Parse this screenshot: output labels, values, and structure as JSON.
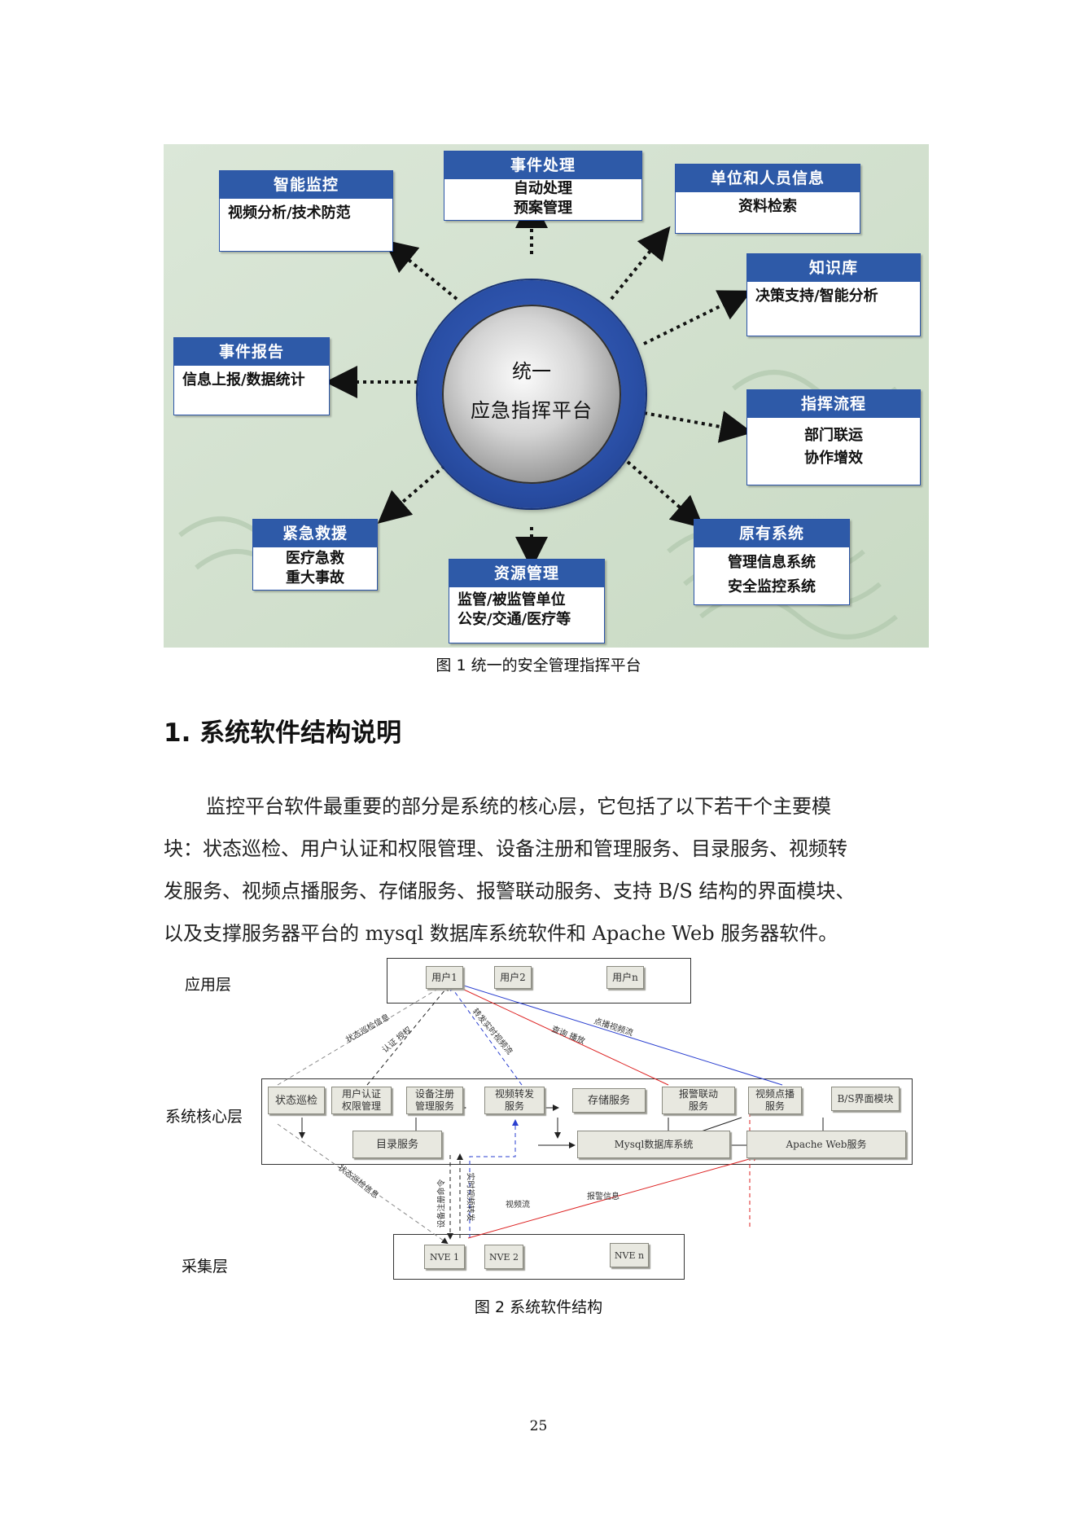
{
  "figure1": {
    "hub": {
      "line1": "统一",
      "line2": "应急指挥平台"
    },
    "modules": {
      "smart_monitor": {
        "title": "智能监控",
        "lines": [
          "视频分析/技术防范"
        ]
      },
      "event_handling": {
        "title": "事件处理",
        "lines": [
          "自动处理",
          "预案管理"
        ]
      },
      "unit_personnel": {
        "title": "单位和人员信息",
        "lines": [
          "资料检索"
        ]
      },
      "knowledge_base": {
        "title": "知识库",
        "lines": [
          "决策支持/智能分析"
        ]
      },
      "event_report": {
        "title": "事件报告",
        "lines": [
          "信息上报/数据统计"
        ]
      },
      "command_flow": {
        "title": "指挥流程",
        "lines": [
          "部门联运",
          "协作增效"
        ]
      },
      "emergency_rescue": {
        "title": "紧急救援",
        "lines": [
          "医疗急救",
          "重大事故"
        ]
      },
      "resource_mgmt": {
        "title": "资源管理",
        "lines": [
          "监管/被监管单位",
          "公安/交通/医疗等"
        ]
      },
      "legacy_system": {
        "title": "原有系统",
        "lines": [
          "管理信息系统",
          "安全监控系统"
        ]
      }
    },
    "caption": "图 1 统一的安全管理指挥平台"
  },
  "section": {
    "heading": "1. 系统软件结构说明",
    "paragraph_lines": [
      "监控平台软件最重要的部分是系统的核心层，它包括了以下若干个主要模",
      "块：状态巡检、用户认证和权限管理、设备注册和管理服务、目录服务、视频转",
      "发服务、视频点播服务、存储服务、报警联动服务、支持 B/S 结构的界面模块、",
      "以及支撑服务器平台的 mysql 数据库系统软件和 Apache Web 服务器软件。"
    ]
  },
  "figure2": {
    "layers": {
      "app": "应用层",
      "core": "系统核心层",
      "collect": "采集层"
    },
    "users": [
      "用户1",
      "用户2",
      "用户n"
    ],
    "core_top": [
      "状态巡检",
      "用户认证\n权限管理",
      "设备注册\n管理服务",
      "视频转发\n服务",
      "存储服务",
      "报警联动\n服务",
      "视频点播\n服务",
      "B/S界面模块"
    ],
    "core_bottom": [
      "目录服务",
      "Mysql数据库系统",
      "Apache Web服务"
    ],
    "nves": [
      "NVE 1",
      "NVE 2",
      "NVE n"
    ],
    "notes": {
      "status_info_up": "状态巡检信息",
      "auth": "认证 授权",
      "relay_stream": "转发实时视频流",
      "query_playback": "查询 播放",
      "vod_stream": "点播视频流",
      "status_info_down": "状态巡检信息",
      "register_cmd": "设备注册命令",
      "realtime_video": "实时视频转发",
      "video_stream": "视频流",
      "alarm_info": "报警信息"
    },
    "caption": "图 2 系统软件结构"
  },
  "page_number": "25"
}
